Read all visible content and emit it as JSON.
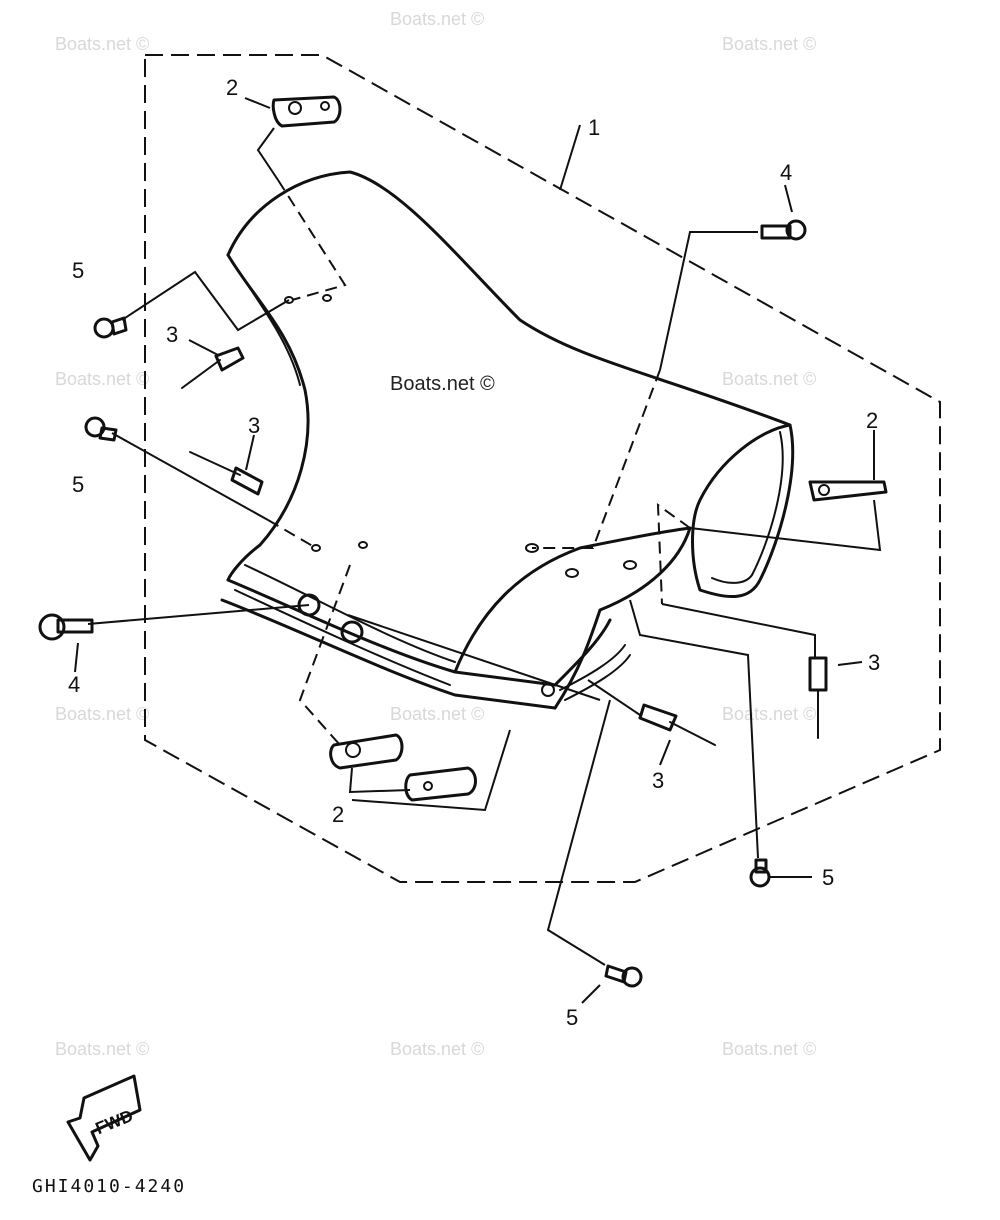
{
  "watermark": "Boats.net ©",
  "center_watermark": "Boats.net ©",
  "diagram_code": "GHI4010-4240",
  "fwd_label": "FWD",
  "callouts": {
    "part1": "1",
    "bracket_top": "2",
    "bracket_right": "2",
    "bracket_bottom": "2",
    "rivet_upper_left": "3",
    "rivet_mid_left": "3",
    "rivet_right": "3",
    "rivet_bottom": "3",
    "screw_top_right": "4",
    "screw_left": "4",
    "bolt_upper_left": "5",
    "bolt_mid_left": "5",
    "bolt_right": "5",
    "bolt_bottom": "5"
  }
}
